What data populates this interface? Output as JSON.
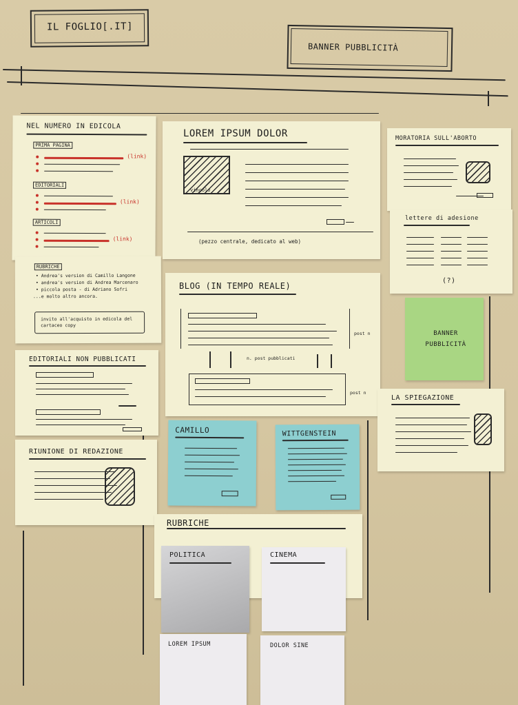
{
  "header": {
    "logo_text": "IL FOGLIO[.it]",
    "banner_text": "BANNER PUBBLICITÀ"
  },
  "left_column": {
    "issue": {
      "title": "NEL NUMERO IN EDICOLA",
      "prima_pagina_tag": "PRIMA PAGINA",
      "editoriali_tag": "EDITORIALI",
      "articoli_tag": "ARTICOLI",
      "link_label": "(link)"
    },
    "rubriche_note": {
      "tag": "RUBRICHE",
      "items": [
        "• Andrea's version di Camillo Langone",
        "• andrea's version di Andrea Marcenaro",
        "• piccola posta - di Adriano Sofri",
        "...e molto altro ancora."
      ],
      "cta": "invito all'acquisto in edicola del cartaceo copy"
    },
    "editoriali_note": {
      "title": "EDITORIALI NON PUBBLICATI"
    },
    "riunione_note": {
      "title": "RIUNIONE DI REDAZIONE"
    }
  },
  "center_column": {
    "lead": {
      "title": "LOREM IPSUM DOLOR",
      "image_label": "vincolo",
      "caption": "(pezzo centrale, dedicato al web)"
    },
    "blog": {
      "title": "BLOG (IN TEMPO REALE)",
      "middle_label": "n. post pubblicati",
      "post_label_top": "post n",
      "post_label_bottom": "post n"
    },
    "camillo": {
      "title": "CAMILLO"
    },
    "wittgenstein": {
      "title": "WITTGENSTEIN"
    },
    "rubriche": {
      "title": "RUBRICHE",
      "cards": [
        "POLITICA",
        "CINEMA",
        "LOREM IPSUM",
        "DOLOR SINE"
      ]
    }
  },
  "right_column": {
    "moratoria": {
      "title": "MORATORIA SULL'ABORTO"
    },
    "lettere": {
      "title": "lettere di adesione",
      "question": "(?)"
    },
    "banner_note": {
      "text": "BANNER PUBBLICITÀ"
    },
    "spiegazione": {
      "title": "LA SPIEGAZIONE"
    }
  },
  "colors": {
    "board": "#d8c9a6",
    "note_yellow": "#f3f0d3",
    "note_blue": "#8dcfd0",
    "note_green": "#a9d683",
    "note_white": "#eeecef",
    "ink": "#2a2a2a",
    "red_marker": "#c8322a"
  }
}
